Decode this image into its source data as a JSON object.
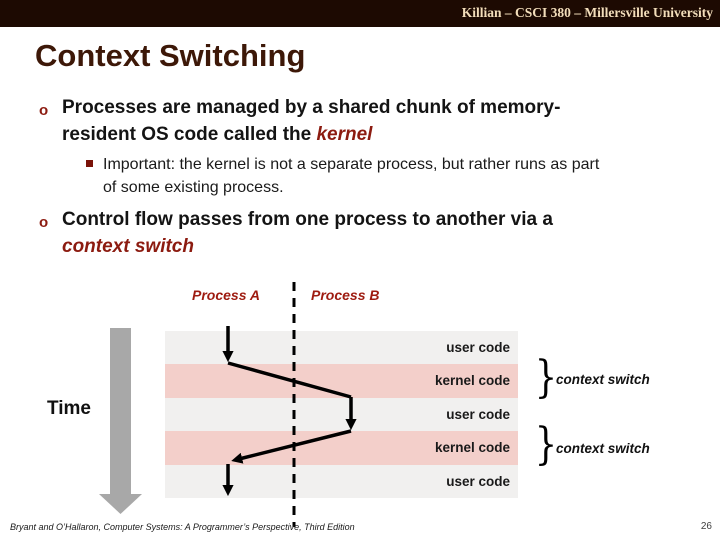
{
  "header": {
    "course_info": "Killian – CSCI 380 – Millersville University"
  },
  "slide": {
    "title": "Context Switching",
    "bullets": {
      "b1": {
        "marker": "o",
        "line1": "Processes are managed by a shared chunk of memory-",
        "line2": "resident OS code called the ",
        "em": "kernel"
      },
      "sub1": {
        "marker": "",
        "line1": "Important: the kernel is not a separate process, but rather runs as part",
        "line2": "of some existing process."
      },
      "b2": {
        "marker": "o",
        "line1": "Control flow passes from one process to another via a",
        "em": "context switch"
      }
    }
  },
  "diagram": {
    "process_a_label": "Process A",
    "process_b_label": "Process B",
    "time_label": "Time",
    "bands": [
      {
        "label": "user code",
        "type": "user"
      },
      {
        "label": "kernel code",
        "type": "kernel"
      },
      {
        "label": "user code",
        "type": "user"
      },
      {
        "label": "kernel code",
        "type": "kernel"
      },
      {
        "label": "user code",
        "type": "user"
      }
    ],
    "brace_glyph": "}",
    "context_switch_label": "context switch",
    "colors": {
      "header_bg": "#1d0a02",
      "header_text": "#f3debb",
      "title_text": "#3d1808",
      "emphasis_red": "#8c1b10",
      "process_label_red": "#9e1b10",
      "user_band": "#f1f0ef",
      "kernel_band": "#f3cfca",
      "time_arrow_gray": "#a8a8a8",
      "flow_line": "#000000"
    }
  },
  "footer": {
    "citation": "Bryant and O’Hallaron, Computer Systems: A Programmer’s Perspective, Third Edition",
    "page_number": "26"
  }
}
